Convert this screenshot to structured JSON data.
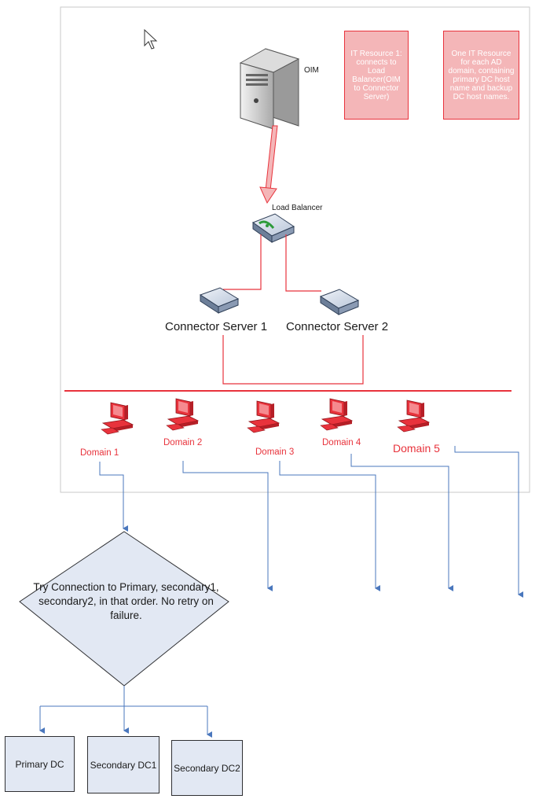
{
  "nodes": {
    "oim": "OIM",
    "load_balancer": "Load Balancer",
    "connector_server_1": "Connector Server 1",
    "connector_server_2": "Connector Server 2"
  },
  "domains": [
    {
      "label": "Domain 1"
    },
    {
      "label": "Domain 2"
    },
    {
      "label": "Domain 3"
    },
    {
      "label": "Domain 4"
    },
    {
      "label": "Domain 5"
    }
  ],
  "notes": {
    "it_resource_1": "IT Resource 1: connects to Load Balancer(OIM to Connector Server)",
    "it_resource_each": "One IT Resource for each AD domain, containing primary DC host name and backup DC host names."
  },
  "decision": {
    "text": "Try Connection to Primary, secondary1, secondary2, in that order.  No retry on failure."
  },
  "targets": {
    "primary": "Primary DC",
    "secondary1": "Secondary DC1",
    "secondary2": "Secondary DC2"
  },
  "colors": {
    "network_line": "#e8333c",
    "flow_arrow": "#4a77bd",
    "pc_red": "#e8333c",
    "decision_fill": "#e2e8f3"
  }
}
